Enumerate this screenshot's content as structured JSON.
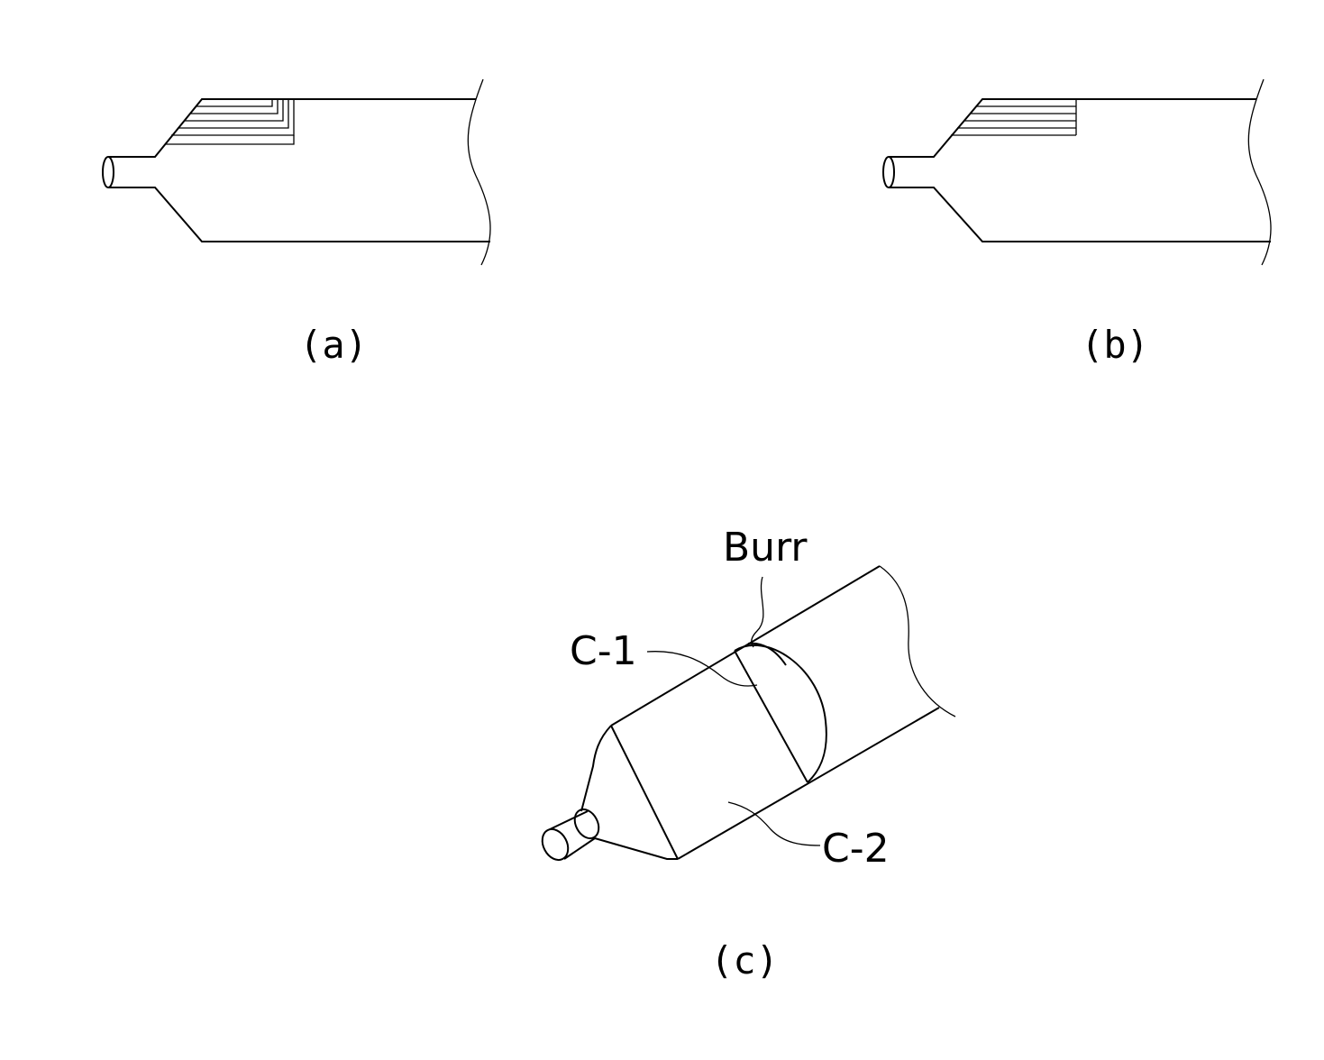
{
  "figures": {
    "a": {
      "caption": "(a)"
    },
    "b": {
      "caption": "(b)"
    },
    "c": {
      "caption": "(c)",
      "labels": {
        "burr": "Burr",
        "c1": "C-1",
        "c2": "C-2"
      }
    }
  },
  "colors": {
    "stroke": "#000000",
    "background": "#ffffff"
  }
}
